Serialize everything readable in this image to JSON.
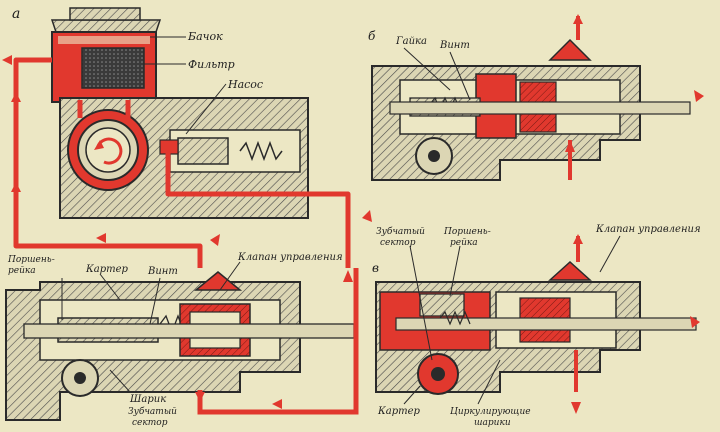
{
  "colors": {
    "paper": "#ece7c4",
    "ink": "#2a2a2a",
    "red": "#e1382e",
    "body_fill": "#dcd6b4"
  },
  "panels": {
    "a": {
      "letter": "а",
      "labels": {
        "tank": "Бачок",
        "filter": "Фильтр",
        "pump": "Насос",
        "piston_rack": [
          "Поршень-",
          "рейка"
        ],
        "housing": "Картер",
        "screw": "Винт",
        "control_valve": "Клапан управления",
        "ball": "Шарик",
        "toothed_sector": [
          "Зубчатый",
          "сектор"
        ]
      }
    },
    "b": {
      "letter": "б",
      "labels": {
        "nut": "Гайка",
        "screw": "Винт"
      }
    },
    "c": {
      "letter": "в",
      "labels": {
        "toothed_sector": [
          "Зубчатый",
          "сектор"
        ],
        "piston_rack": [
          "Поршень-",
          "рейка"
        ],
        "control_valve": "Клапан управления",
        "housing": "Картер",
        "circulating_balls": [
          "Циркулирующие",
          "шарики"
        ]
      }
    }
  }
}
